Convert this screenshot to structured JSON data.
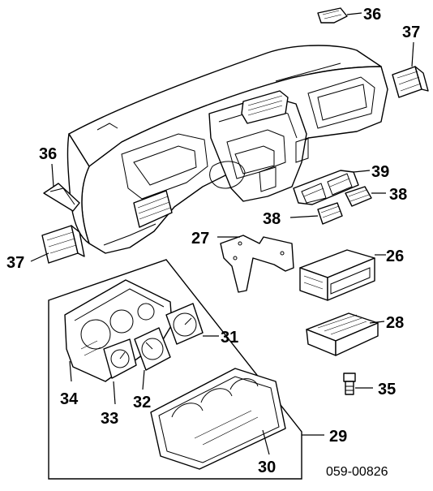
{
  "callouts": [
    {
      "key": "c36a",
      "label": "36"
    },
    {
      "key": "c37a",
      "label": "37"
    },
    {
      "key": "c36b",
      "label": "36"
    },
    {
      "key": "c39",
      "label": "39"
    },
    {
      "key": "c38a",
      "label": "38"
    },
    {
      "key": "c38b",
      "label": "38"
    },
    {
      "key": "c27",
      "label": "27"
    },
    {
      "key": "c26",
      "label": "26"
    },
    {
      "key": "c37b",
      "label": "37"
    },
    {
      "key": "c28",
      "label": "28"
    },
    {
      "key": "c31",
      "label": "31"
    },
    {
      "key": "c34",
      "label": "34"
    },
    {
      "key": "c32",
      "label": "32"
    },
    {
      "key": "c33",
      "label": "33"
    },
    {
      "key": "c35",
      "label": "35"
    },
    {
      "key": "c29",
      "label": "29"
    },
    {
      "key": "c30",
      "label": "30"
    }
  ],
  "diagram_code": "059-00826"
}
